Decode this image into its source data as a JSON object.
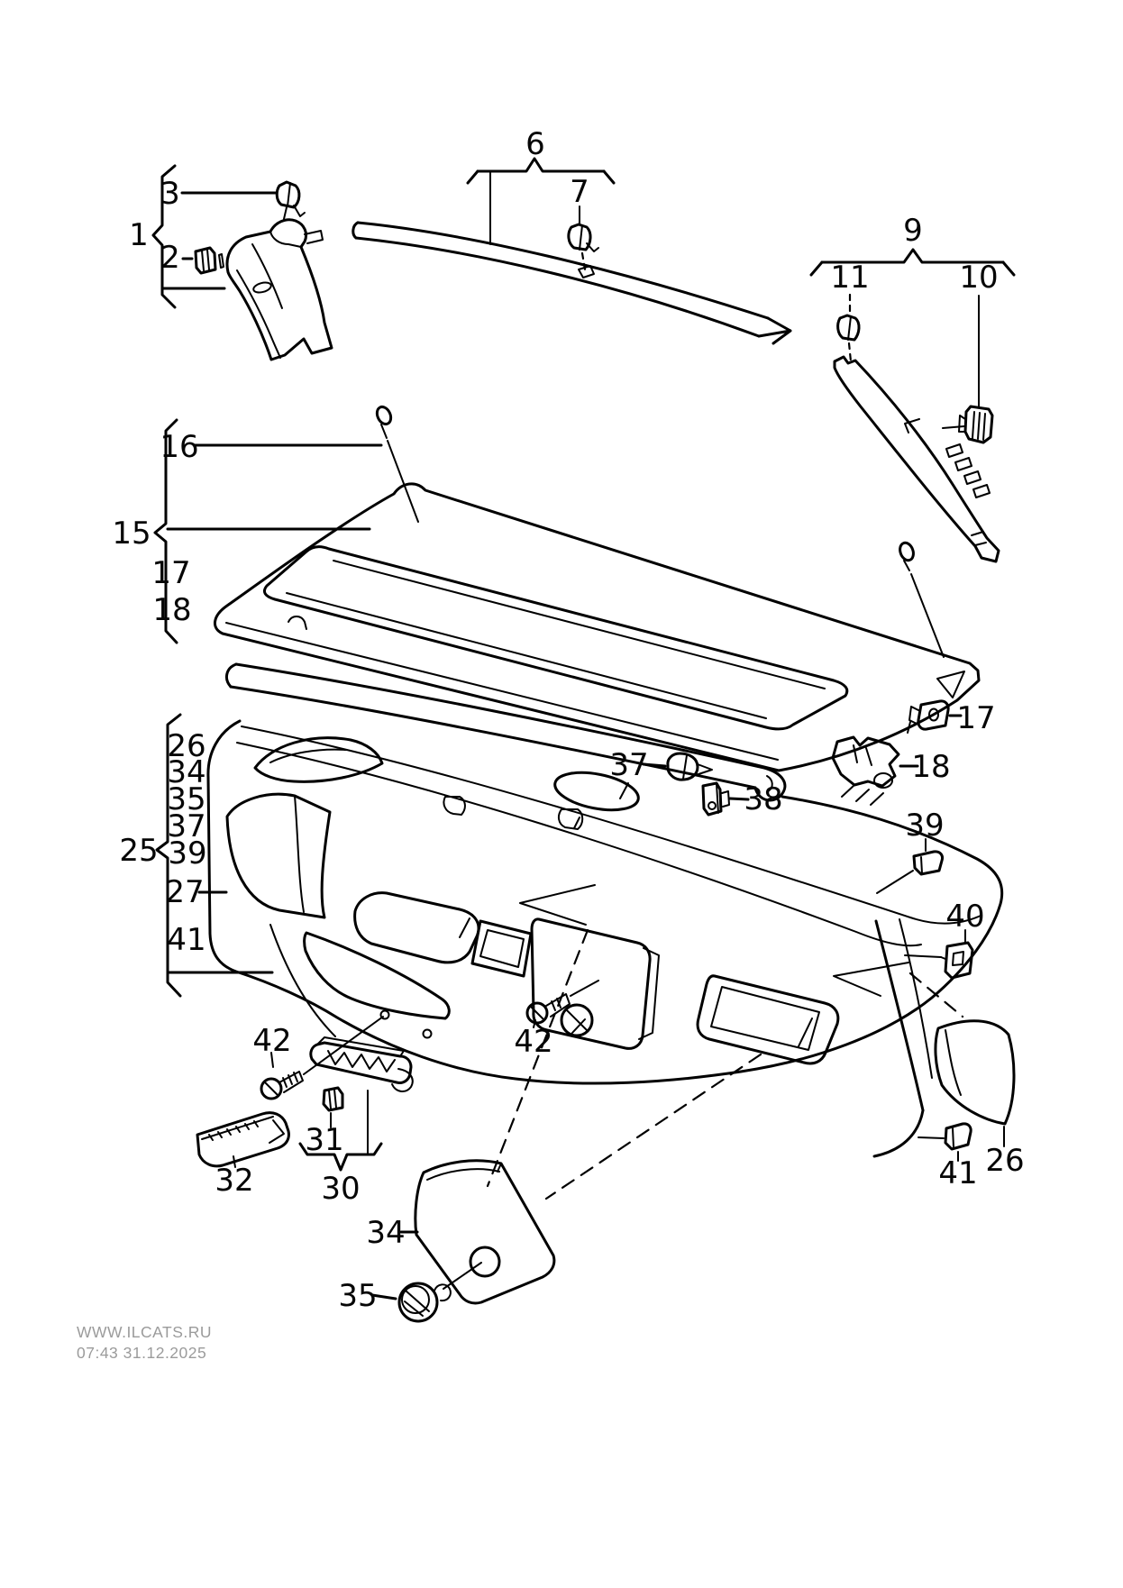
{
  "diagram": {
    "type": "parts-catalog-exploded-view",
    "subject": "tailgate and pillar trim panels"
  },
  "colors": {
    "line": "#000000",
    "background": "#ffffff",
    "watermark": "#9b9b9b"
  },
  "watermark": {
    "line1": "WWW.ILCATS.RU",
    "line2": "07:43 31.12.2025"
  },
  "groups": [
    {
      "label": "1",
      "members": [
        "3",
        "2"
      ]
    },
    {
      "label": "6",
      "members": [
        "7"
      ]
    },
    {
      "label": "9",
      "members": [
        "11",
        "10"
      ]
    },
    {
      "label": "15",
      "members": [
        "16",
        "17",
        "18"
      ]
    },
    {
      "label": "25",
      "members": [
        "26",
        "34",
        "35",
        "37",
        "39",
        "27",
        "41"
      ]
    },
    {
      "label": "30",
      "members": [
        "31"
      ]
    }
  ],
  "callouts": {
    "c1": "1",
    "c2": "2",
    "c3": "3",
    "c6": "6",
    "c7": "7",
    "c9": "9",
    "c10": "10",
    "c11": "11",
    "c15": "15",
    "c16": "16",
    "c17a": "17",
    "c18a": "18",
    "c17b": "17",
    "c18b": "18",
    "c25": "25",
    "c25_26": "26",
    "c25_34": "34",
    "c25_35": "35",
    "c25_37": "37",
    "c25_39": "39",
    "c25_27": "27",
    "c25_41": "41",
    "c37": "37",
    "c38": "38",
    "c39": "39",
    "c40": "40",
    "c42a": "42",
    "c42b": "42",
    "c30": "30",
    "c31": "31",
    "c32": "32",
    "c34": "34",
    "c35": "35",
    "c26b": "26",
    "c41b": "41"
  }
}
